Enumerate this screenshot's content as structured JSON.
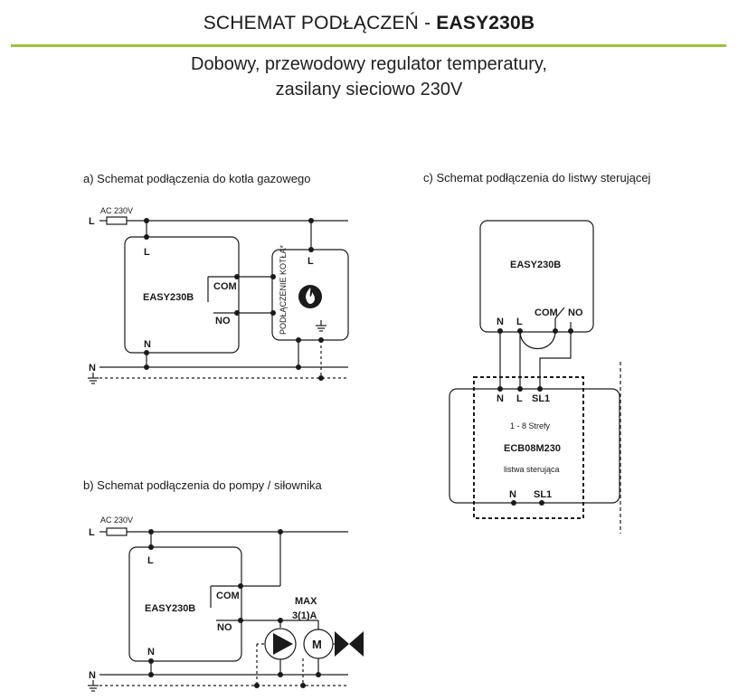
{
  "header": {
    "title_prefix": "SCHEMAT PODŁĄCZEŃ - ",
    "title_model": "EASY230B",
    "accent_color": "#9bc33b",
    "subtitle_line1": "Dobowy, przewodowy regulator temperatury,",
    "subtitle_line2": "zasilany sieciowo 230V"
  },
  "section_a": {
    "heading": "a) Schemat podłączenia do kotła gazowego",
    "supply_label": "AC 230V",
    "line_label": "L",
    "neutral_label": "N",
    "device": "EASY230B",
    "term_L": "L",
    "term_COM": "COM",
    "term_NO": "NO",
    "term_N": "N",
    "boiler_label": "PODŁĄCZENIE KOTŁA*",
    "boiler_L": "L",
    "flame_icon": "flame-icon",
    "earth_icon": "ground-icon"
  },
  "section_b": {
    "heading": "b) Schemat podłączenia do pompy / siłownika",
    "supply_label": "AC 230V",
    "line_label": "L",
    "neutral_label": "N",
    "device": "EASY230B",
    "term_L": "L",
    "term_COM": "COM",
    "term_NO": "NO",
    "term_N": "N",
    "max_label": "MAX",
    "current_label": "3(1)A",
    "motor_label": "M",
    "pump_icon": "pump-icon",
    "valve_icon": "valve-icon"
  },
  "section_c": {
    "heading": "c) Schemat podłączenia do listwy sterującej",
    "device": "EASY230B",
    "term_N": "N",
    "term_L": "L",
    "term_COM": "COM",
    "term_NO": "NO",
    "strip_N": "N",
    "strip_L": "L",
    "strip_SL1": "SL1",
    "zones": "1 - 8 Strefy",
    "strip_model": "ECB08M230",
    "strip_desc": "listwa sterująca",
    "strip_bottom_N": "N",
    "strip_bottom_SL1": "SL1"
  }
}
